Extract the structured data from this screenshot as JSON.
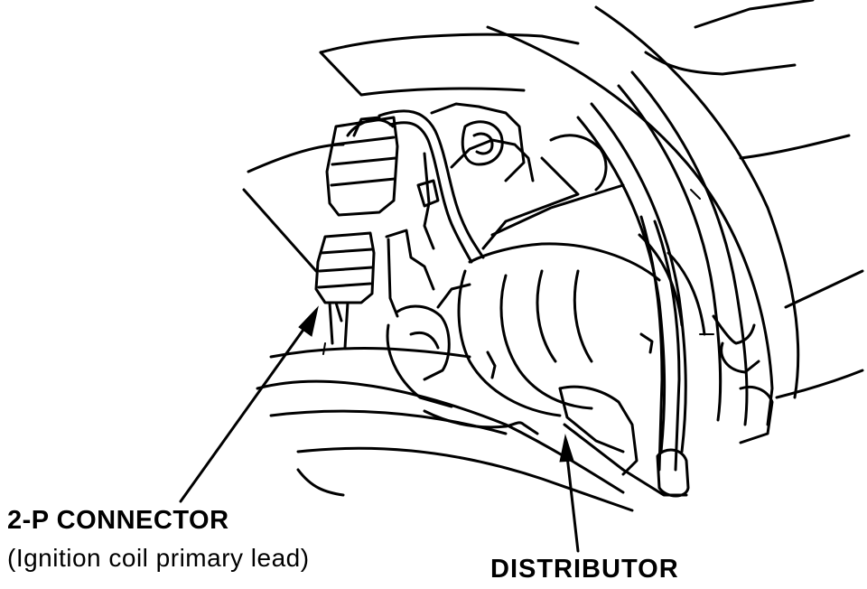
{
  "labels": {
    "connector_title": "2-P CONNECTOR",
    "connector_subtitle": "(Ignition  coil primary lead)",
    "distributor": "DISTRIBUTOR"
  },
  "colors": {
    "ink": "#000000",
    "paper": "#ffffff"
  }
}
